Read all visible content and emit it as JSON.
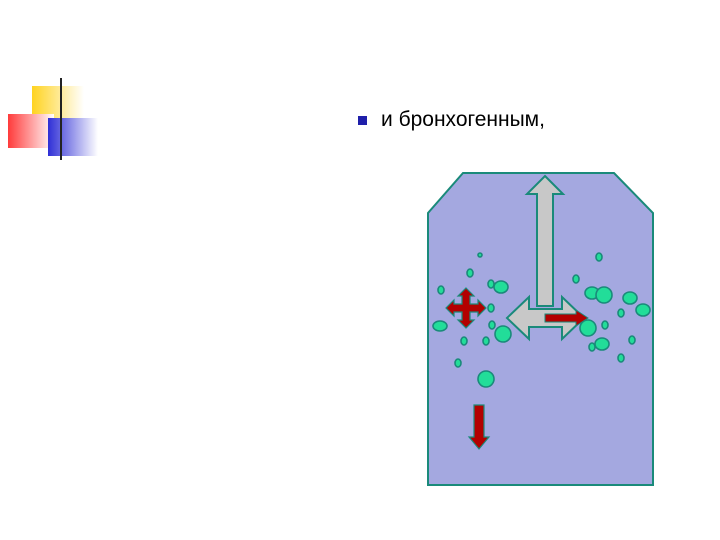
{
  "slide": {
    "bullet_text": "и бронхогенным,"
  },
  "colors": {
    "deco_yellow": "#ffd320",
    "deco_red": "#ff3b3b",
    "deco_blue": "#2f2fd6",
    "bullet": "#1f1faa",
    "vessel_fill": "#a4a8e0",
    "vessel_stroke": "#1a8a7a",
    "bubble_fill": "#22dd99",
    "gray_arrow_fill": "#c8c8c8",
    "red_arrow_fill": "#b30000"
  },
  "icons": {
    "deco": "title-corner-squares",
    "bullet": "square-bullet",
    "arrows": [
      "four-way-red-arrow",
      "gray-up-arrow",
      "gray-left-right-arrow",
      "red-right-arrow",
      "red-down-arrow"
    ]
  }
}
